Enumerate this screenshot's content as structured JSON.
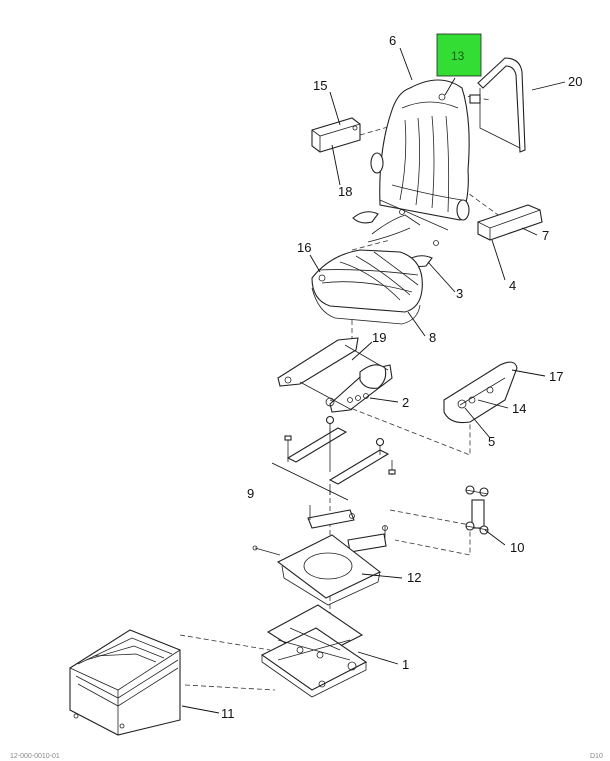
{
  "diagram": {
    "callouts": {
      "c1": "1",
      "c2": "2",
      "c3": "3",
      "c4": "4",
      "c5": "5",
      "c6": "6",
      "c7": "7",
      "c8": "8",
      "c9": "9",
      "c10": "10",
      "c11": "11",
      "c12": "12",
      "c13": "13",
      "c14": "14",
      "c15": "15",
      "c16": "16",
      "c17": "17",
      "c18": "18",
      "c19": "19",
      "c20": "20"
    },
    "highlight_color": "#33dd33",
    "footer_left": "12-000-0010-01",
    "footer_right": "D10"
  }
}
